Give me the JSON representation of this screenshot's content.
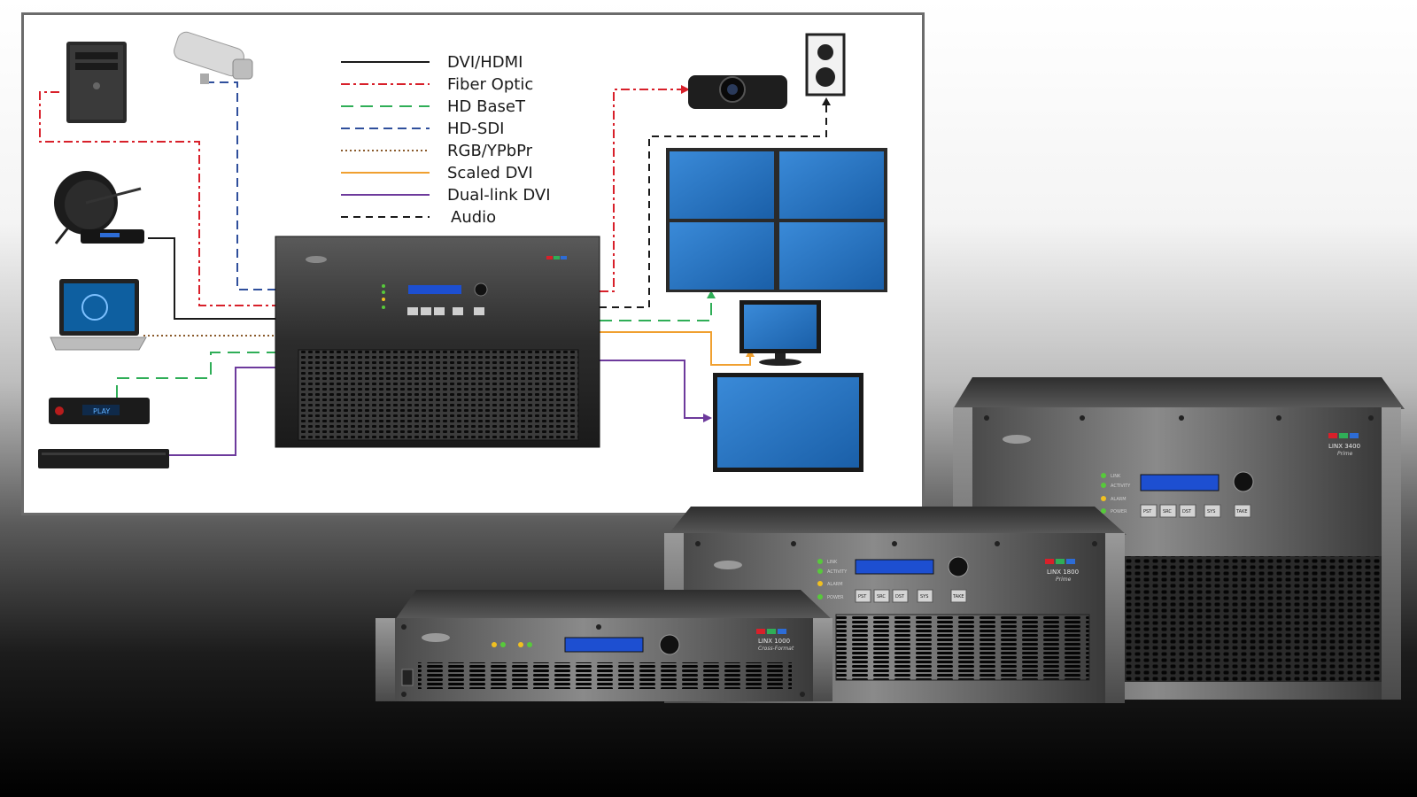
{
  "legend": {
    "items": [
      {
        "label": "DVI/HDMI",
        "color": "#1a1a1a",
        "dash": "none"
      },
      {
        "label": "Fiber Optic",
        "color": "#d8202a",
        "dash": "10 4 3 4"
      },
      {
        "label": "HD BaseT",
        "color": "#2fae57",
        "dash": "14 8"
      },
      {
        "label": "HD-SDI",
        "color": "#2f4f9c",
        "dash": "10 6"
      },
      {
        "label": "RGB/YPbPr",
        "color": "#8a5a2b",
        "dash": "2 3"
      },
      {
        "label": "Scaled DVI",
        "color": "#f0a030",
        "dash": "none"
      },
      {
        "label": "Dual-link DVI",
        "color": "#6d3a9c",
        "dash": "none"
      },
      {
        "label": "Audio",
        "color": "#1a1a1a",
        "dash": "8 6"
      }
    ]
  },
  "colors": {
    "screen_blue": "#1f6fb8",
    "chassis": "#3a3a3a",
    "lcd": "#1d4fd1",
    "led_green": "#57c93b",
    "led_amber": "#f0c020"
  },
  "devices": {
    "linx3400": {
      "model": "LINX 3400",
      "sub": "Prime"
    },
    "linx1800": {
      "model": "LINX 1800",
      "sub": "Prime"
    },
    "linx1000": {
      "model": "LINX 1000",
      "sub": "Cross-Format"
    },
    "status_labels": [
      "LINK",
      "ACTIVITY",
      "ALARM",
      "POWER"
    ],
    "buttons": [
      "PST",
      "SRC",
      "DST",
      "SYS",
      "TAKE"
    ],
    "player_label": "PLAY"
  }
}
